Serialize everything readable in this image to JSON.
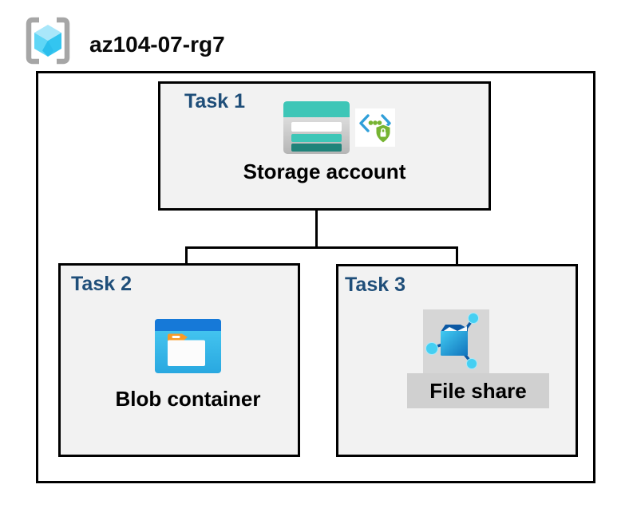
{
  "resource_group": {
    "name": "az104-07-rg7",
    "icon": "resource-group-icon"
  },
  "tasks": [
    {
      "label": "Task 1",
      "resource": "Storage account",
      "icons": [
        "storage-account-icon",
        "sas-security-icon"
      ]
    },
    {
      "label": "Task 2",
      "resource": "Blob container",
      "icons": [
        "blob-container-icon"
      ]
    },
    {
      "label": "Task 3",
      "resource": "File share",
      "icons": [
        "file-share-icon"
      ]
    }
  ],
  "connections": [
    {
      "from": "Storage account",
      "to": "Blob container"
    },
    {
      "from": "Storage account",
      "to": "File share"
    }
  ],
  "colors": {
    "task_label_navy": "#1F4E79",
    "task_box_fill": "#F2F2F2",
    "border_black": "#000000",
    "storage_teal": "#3EC6B7",
    "storage_teal_dark": "#20837A",
    "blob_header_blue": "#1679D8",
    "blob_body_cyan": "#4ACBF3",
    "folder_tab_orange": "#F79B28",
    "fileshare_dark_blue": "#0C59A4",
    "fileshare_node_cyan": "#45CFF2",
    "sas_shield_green": "#76B432",
    "sas_bracket_blue": "#2F9FD9",
    "rg_bracket_gray": "#A6A6A6",
    "icon_bg_gray": "#D6D6D6",
    "label_bg_gray": "#D0D0D0"
  }
}
